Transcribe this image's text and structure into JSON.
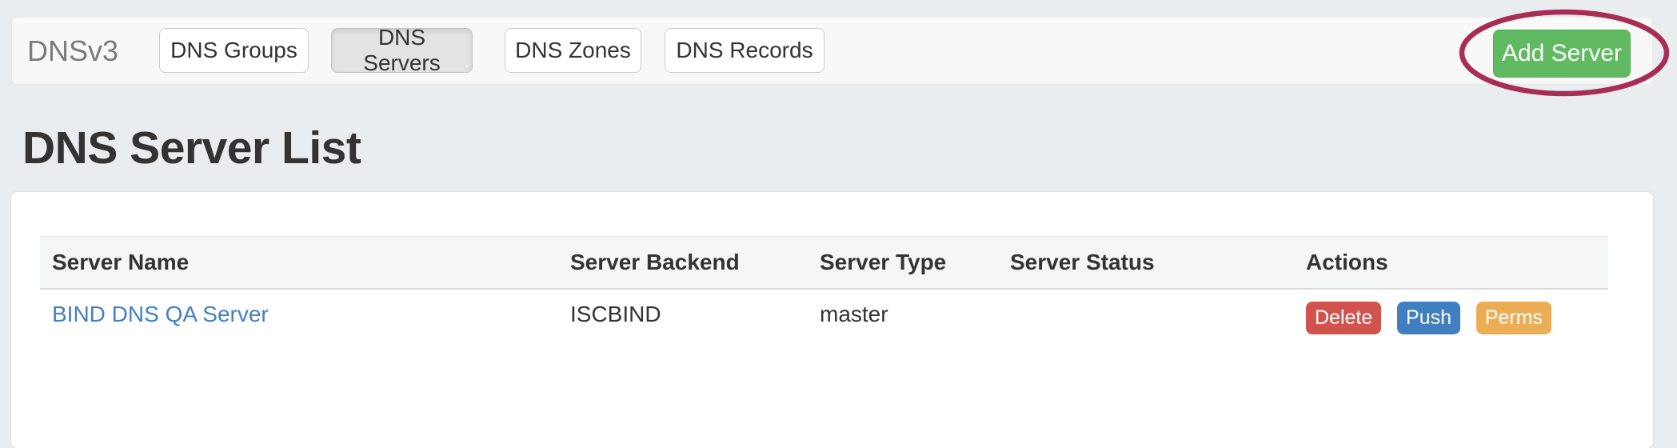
{
  "navbar": {
    "brand": "DNSv3",
    "tabs": [
      {
        "label": "DNS Groups",
        "active": false
      },
      {
        "label": "DNS Servers",
        "active": true
      },
      {
        "label": "DNS Zones",
        "active": false
      },
      {
        "label": "DNS Records",
        "active": false
      }
    ],
    "add_server_label": "Add Server"
  },
  "annotation": {
    "shape": "ellipse-highlight",
    "target": "Add Server button",
    "stroke_color": "#a82d55"
  },
  "page": {
    "title": "DNS Server List"
  },
  "table": {
    "columns": [
      "Server Name",
      "Server Backend",
      "Server Type",
      "Server Status",
      "Actions"
    ],
    "rows": [
      {
        "server_name": "BIND DNS QA Server",
        "server_backend": "ISCBIND",
        "server_type": "master",
        "server_status": "",
        "actions": [
          {
            "label": "Delete",
            "color": "#d2524e"
          },
          {
            "label": "Push",
            "color": "#4180c0"
          },
          {
            "label": "Perms",
            "color": "#ecae55"
          }
        ]
      }
    ]
  },
  "colors": {
    "page_background": "#e9edf0",
    "navbar_background": "#f8f8f8",
    "active_tab_background": "#e3e3e3",
    "add_button_green": "#61b961",
    "link_blue": "#4480c0",
    "annotation_stroke": "#a82d55"
  }
}
